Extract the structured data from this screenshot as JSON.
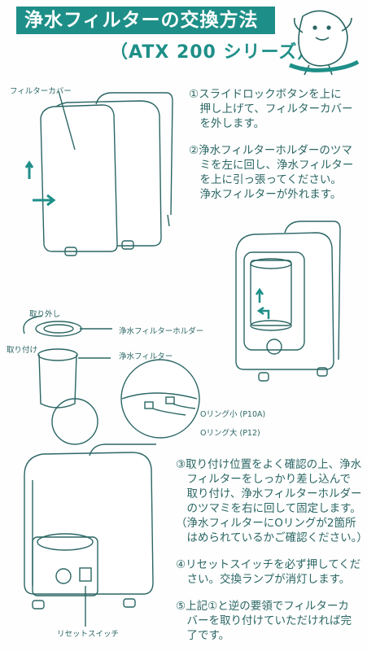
{
  "title": "浄水フィルターの交換方法",
  "subtitle": "（ATX 200 シリーズ）",
  "steps": [
    {
      "lines": [
        "①スライドロックボタンを上に",
        "　押し上げて、フィルターカバー",
        "　を外します。"
      ]
    },
    {
      "lines": [
        "②浄水フィルターホルダーのツマ",
        "　ミを左に回し、浄水フィルター",
        "　を上に引っ張ってください。",
        "　浄水フィルターが外れます。"
      ]
    },
    {
      "lines": [
        "③取り付け位置をよく確認の上、浄水",
        "　フィルターをしっかり差し込んで",
        "　取り付け、浄水フィルターホルダー",
        "　のツマミを右に回して固定します。",
        "（浄水フィルターにOリングが2箇所",
        "　はめられているかご確認ください。）"
      ]
    },
    {
      "lines": [
        "④リセットスイッチを必ず押してくだ",
        "　さい。交換ランプが消灯します。"
      ]
    },
    {
      "lines": [
        "⑤上記①と逆の要領でフィルターカ",
        "　バーを取り付けていただければ完",
        "　了です。"
      ]
    }
  ],
  "labels": {
    "filter_cover": "フィルターカバー",
    "remove": "取り外し",
    "attach": "取り付け",
    "filter_holder": "浄水フィルターホルダー",
    "water_filter": "浄水フィルター",
    "oring_small": "Oリング小 (P10A)",
    "oring_large": "Oリング大 (P12)",
    "reset_switch": "リセットスイッチ"
  }
}
